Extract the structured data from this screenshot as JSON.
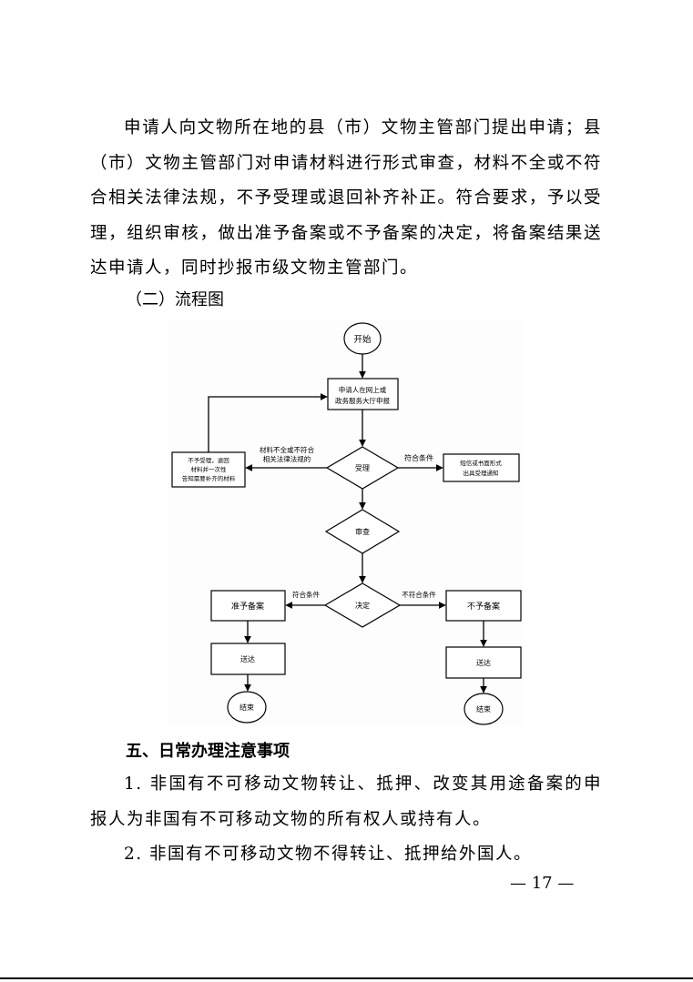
{
  "body": {
    "paragraph1": "申请人向文物所在地的县（市）文物主管部门提出申请；县（市）文物主管部门对申请材料进行形式审查，材料不全或不符合相关法律法规，不予受理或退回补齐补正。符合要求，予以受理，组织审核，做出准予备案或不予备案的决定，将备案结果送达申请人，同时抄报市级文物主管部门。",
    "subheading": "（二）流程图"
  },
  "flowchart": {
    "start": "开始",
    "apply_line1": "申请人在网上或",
    "apply_line2": "政务服务大厅申报",
    "reject_line1": "不予受理，退回",
    "reject_line2": "材料并一次性",
    "reject_line3": "告知需要补齐的材料",
    "incomplete_line1": "材料不全或不符合",
    "incomplete_line2": "相关法律法规的",
    "accept": "受理",
    "meets_condition": "符合条件",
    "notice_line1": "短信或书面形式",
    "notice_line2": "出具受理通知",
    "review": "审查",
    "decide": "决定",
    "approve_condition": "符合条件",
    "deny_condition": "不符合条件",
    "approve": "准予备案",
    "deny": "不予备案",
    "deliver_left": "送达",
    "deliver_right": "送达",
    "end_left": "结束",
    "end_right": "结束"
  },
  "section5": {
    "heading": "五、日常办理注意事项",
    "item1": "1. 非国有不可移动文物转让、抵押、改变其用途备案的申报人为非国有不可移动文物的所有权人或持有人。",
    "item2": "2. 非国有不可移动文物不得转让、抵押给外国人。"
  },
  "footer": {
    "page_number": "— 17 —"
  }
}
